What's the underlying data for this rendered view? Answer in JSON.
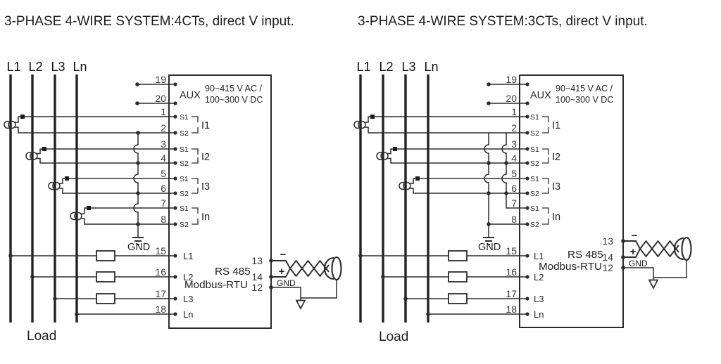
{
  "left": {
    "title": "3-PHASE 4-WIRE SYSTEM:4CTs, direct V input.",
    "phases": [
      "L1",
      "L2",
      "L3",
      "Ln"
    ],
    "aux": {
      "label": "AUX",
      "t19": "19",
      "t20": "20",
      "rating1": "90~415 V AC /",
      "rating2": "100~300 V DC"
    },
    "inputs": [
      {
        "n1": "1",
        "n2": "2",
        "s1": "S1",
        "s2": "S2",
        "name": "I1"
      },
      {
        "n1": "3",
        "n2": "4",
        "s1": "S1",
        "s2": "S2",
        "name": "I2"
      },
      {
        "n1": "5",
        "n2": "6",
        "s1": "S1",
        "s2": "S2",
        "name": "I3"
      },
      {
        "n1": "7",
        "n2": "8",
        "s1": "S1",
        "s2": "S2",
        "name": "In"
      }
    ],
    "gnd": "GND",
    "voltage": [
      {
        "num": "15",
        "label": "L1"
      },
      {
        "num": "16",
        "label": "L2"
      },
      {
        "num": "17",
        "label": "L3"
      },
      {
        "num": "18",
        "label": "Ln"
      }
    ],
    "comm": {
      "line1": "RS 485",
      "line2": "Modbus-RTU",
      "t13": "13",
      "t14": "14",
      "t12": "12",
      "minus": "−",
      "plus": "+",
      "gnd": "GND"
    },
    "load": "Load"
  },
  "right": {
    "title": "3-PHASE 4-WIRE SYSTEM:3CTs, direct V input.",
    "phases": [
      "L1",
      "L2",
      "L3",
      "Ln"
    ],
    "aux": {
      "label": "AUX",
      "t19": "19",
      "t20": "20",
      "rating1": "90~415 V AC /",
      "rating2": "100~300 V DC"
    },
    "inputs": [
      {
        "n1": "1",
        "n2": "2",
        "s1": "S1",
        "s2": "S2",
        "name": "I1"
      },
      {
        "n1": "3",
        "n2": "4",
        "s1": "S1",
        "s2": "S2",
        "name": "I2"
      },
      {
        "n1": "5",
        "n2": "6",
        "s1": "S1",
        "s2": "S2",
        "name": "I3"
      },
      {
        "n1": "7",
        "n2": "8",
        "s1": "S1",
        "s2": "S2",
        "name": "In"
      }
    ],
    "gnd": "GND",
    "voltage": [
      {
        "num": "15",
        "label": "L1"
      },
      {
        "num": "16",
        "label": "L2"
      },
      {
        "num": "17",
        "label": "L3"
      },
      {
        "num": "18",
        "label": "Ln"
      }
    ],
    "comm": {
      "line1": "RS 485",
      "line2": "Modbus-RTU",
      "t13": "13",
      "t14": "14",
      "t12": "12",
      "minus": "−",
      "plus": "+",
      "gnd": "GND"
    },
    "load": "Load"
  }
}
